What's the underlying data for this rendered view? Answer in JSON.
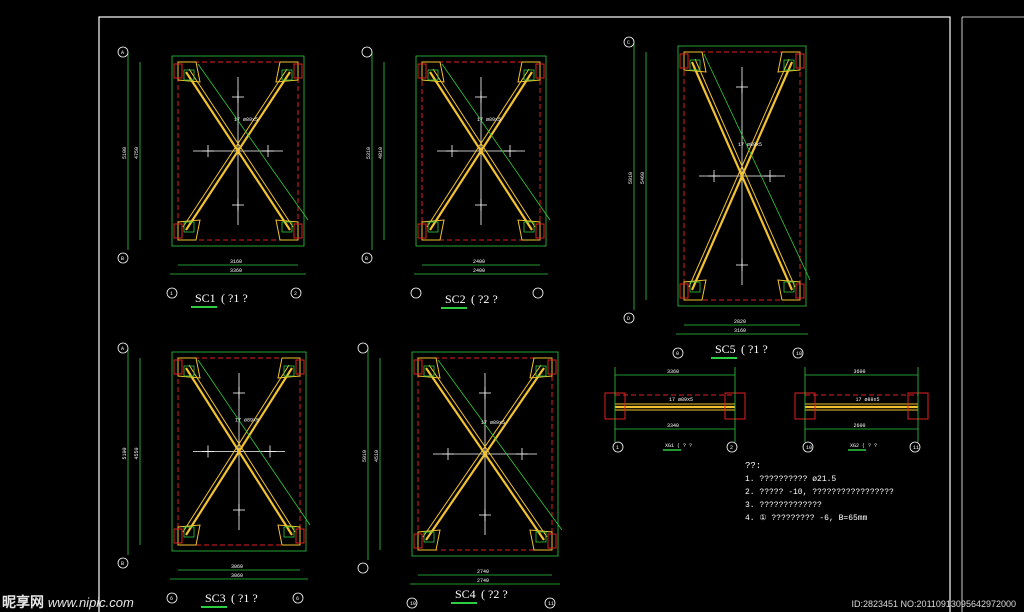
{
  "drawings": [
    {
      "id": "sc1",
      "label": "SC1",
      "suffix": "( ?1  ?",
      "grid_bottom": [
        "1",
        "2"
      ],
      "grid_left": [
        "A",
        "B"
      ],
      "width_dim": "3160",
      "total_dim": "3360",
      "height_dim": "4750",
      "side_dim": "5100",
      "member": "17 ø89x5"
    },
    {
      "id": "sc2",
      "label": "SC2",
      "suffix": "( ?2  ?",
      "grid_bottom": [
        "",
        ""
      ],
      "grid_left": [
        "",
        "B"
      ],
      "width_dim": "2400",
      "total_dim": "2400",
      "height_dim": "4810",
      "side_dim": "5310",
      "member": "17 ø89x5"
    },
    {
      "id": "sc5",
      "label": "SC5",
      "suffix": "( ?1  ?",
      "grid_bottom": [
        "0",
        "18"
      ],
      "grid_left": [
        "C",
        "D"
      ],
      "width_dim": "2820",
      "total_dim": "3160",
      "height_dim": "5460",
      "side_dim": "5910",
      "member": "17 ø89x5"
    },
    {
      "id": "sc3",
      "label": "SC3",
      "suffix": "( ?1  ?",
      "grid_bottom": [
        "6",
        "6"
      ],
      "grid_left": [
        "A",
        "B"
      ],
      "width_dim": "3060",
      "total_dim": "3060",
      "height_dim": "4550",
      "side_dim": "5100",
      "member": "17 ø89x5"
    },
    {
      "id": "sc4",
      "label": "SC4",
      "suffix": "( ?2  ?",
      "grid_bottom": [
        "10",
        "11"
      ],
      "grid_left": [
        "",
        ""
      ],
      "width_dim": "2740",
      "total_dim": "2740",
      "height_dim": "4510",
      "side_dim": "5010",
      "member": "17 ø89x5"
    }
  ],
  "ties": [
    {
      "id": "tie1",
      "label": "XG1 ( ? ?",
      "dim": "3340",
      "top_dim": "3360",
      "grid": [
        "1",
        "2"
      ],
      "member": "17 ø89x5"
    },
    {
      "id": "tie2",
      "label": "XG2 ( ? ?",
      "dim": "2600",
      "top_dim": "3600",
      "grid": [
        "10",
        "11"
      ],
      "member": "17 ø89x5"
    }
  ],
  "notes": {
    "heading": "??:",
    "lines": [
      "1. ??????????  ø21.5",
      "2. ?????  -10, ?????????????????",
      "3. ?????????????",
      "4. ① ?????????  -6, B=65mm"
    ]
  },
  "watermark": {
    "left_brand": "昵享网",
    "left_site": "www.nipic.com",
    "right_id": "ID:2823451 NO:20110913095642972000"
  }
}
